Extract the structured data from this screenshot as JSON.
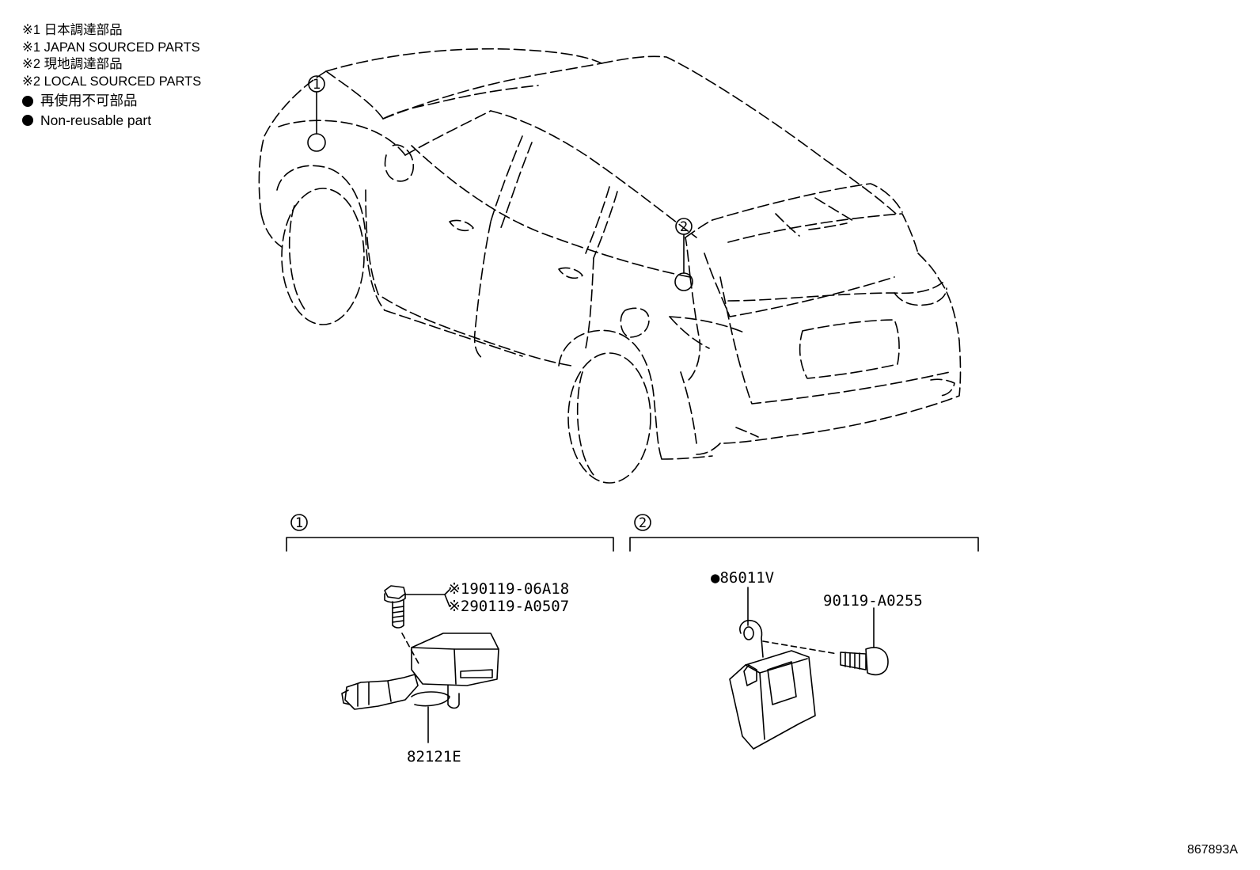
{
  "legend": {
    "line1": "※1 日本調達部品",
    "line2": "※1 JAPAN SOURCED PARTS",
    "line3": "※2 現地調達部品",
    "line4": "※2 LOCAL SOURCED PARTS",
    "line5": "再使用不可部品",
    "line6": "Non-reusable part"
  },
  "callouts": {
    "c1": "1",
    "c2": "2"
  },
  "detail1": {
    "bolt_pn_japan": "※190119-06A18",
    "bolt_pn_local": "※290119-A0507",
    "sensor_pn": "82121E"
  },
  "detail2": {
    "unit_pn": "●86011V",
    "bolt_pn": "90119-A0255"
  },
  "drawing_number": "867893A"
}
